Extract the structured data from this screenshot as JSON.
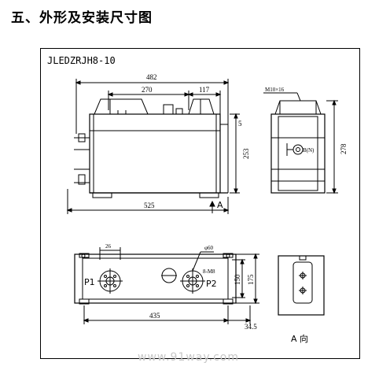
{
  "heading": "五、外形及安装尺寸图",
  "model": "JLEDZRJH8-10",
  "front_view": {
    "dim_overall_width": "482",
    "dim_270": "270",
    "dim_117": "117",
    "dim_length": "525",
    "dim_5": "5",
    "dim_253": "253",
    "arrow_label": "A"
  },
  "side_view": {
    "bolt_label": "M10×16",
    "terminal_label": "B(N)",
    "dim_height": "278"
  },
  "plan_view": {
    "dim_26": "26",
    "dim_phi60": "φ60",
    "dim_8m": "8-M8",
    "p1": "P1",
    "p2": "P2",
    "dim_150": "150",
    "dim_175": "175",
    "dim_435": "435",
    "dim_34_5": "34.5"
  },
  "view_a_label": "A 向",
  "watermark": "www.91way.com"
}
